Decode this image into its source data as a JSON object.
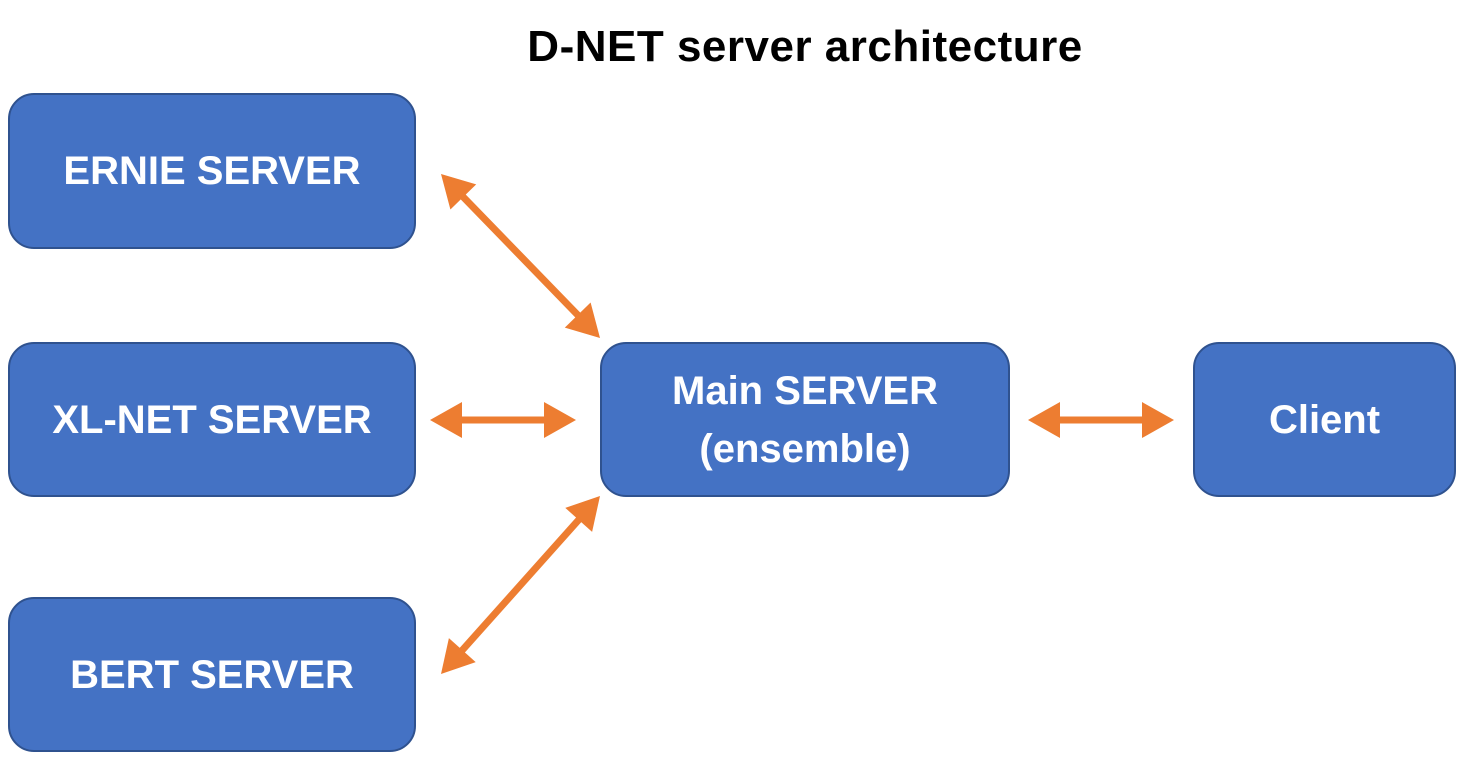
{
  "title": "D-NET server architecture",
  "nodes": {
    "ernie": "ERNIE SERVER",
    "xlnet": "XL-NET SERVER",
    "bert": "BERT SERVER",
    "main": {
      "line1": "Main SERVER",
      "line2": "(ensemble)"
    },
    "client": "Client"
  },
  "colors": {
    "node_fill": "#4472c4",
    "node_border": "#2f528f",
    "node_text": "#ffffff",
    "arrow": "#ed7d31",
    "title": "#000000"
  },
  "edges": [
    {
      "from": "ernie",
      "to": "main",
      "direction": "bidirectional"
    },
    {
      "from": "xlnet",
      "to": "main",
      "direction": "bidirectional"
    },
    {
      "from": "bert",
      "to": "main",
      "direction": "bidirectional"
    },
    {
      "from": "main",
      "to": "client",
      "direction": "bidirectional"
    }
  ]
}
